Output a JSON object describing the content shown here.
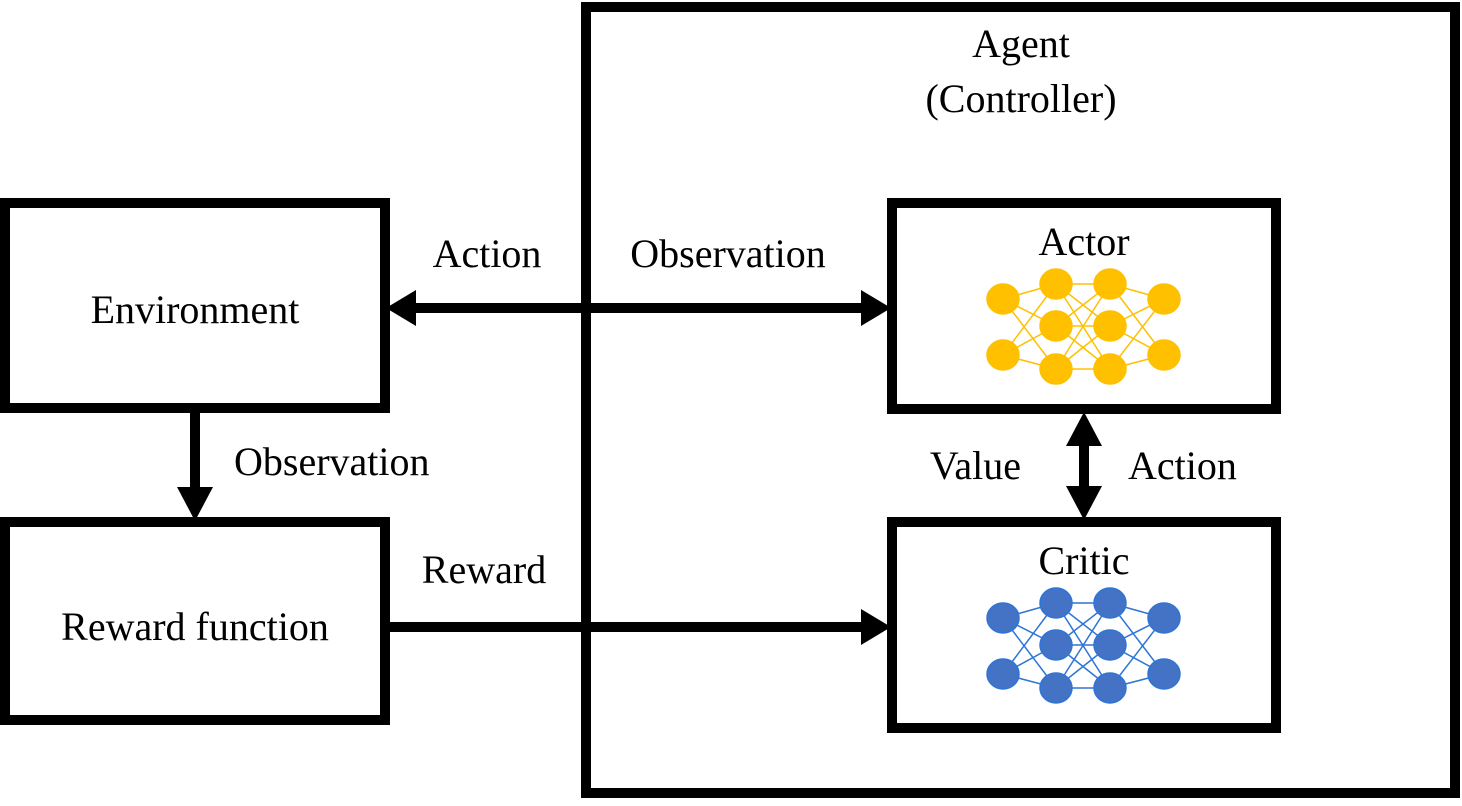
{
  "agent": {
    "title_line1": "Agent",
    "title_line2": "(Controller)"
  },
  "environment": {
    "label": "Environment"
  },
  "reward_function": {
    "label": "Reward function"
  },
  "actor": {
    "label": "Actor",
    "network_color": "#FFC000",
    "edge_color": "#FFC000"
  },
  "critic": {
    "label": "Critic",
    "network_color": "#4472C4",
    "edge_color": "#2E75D6"
  },
  "edges": {
    "env_action": "Action",
    "agent_observation": "Observation",
    "env_to_reward_observation": "Observation",
    "reward": "Reward",
    "value": "Value",
    "critic_action": "Action"
  }
}
